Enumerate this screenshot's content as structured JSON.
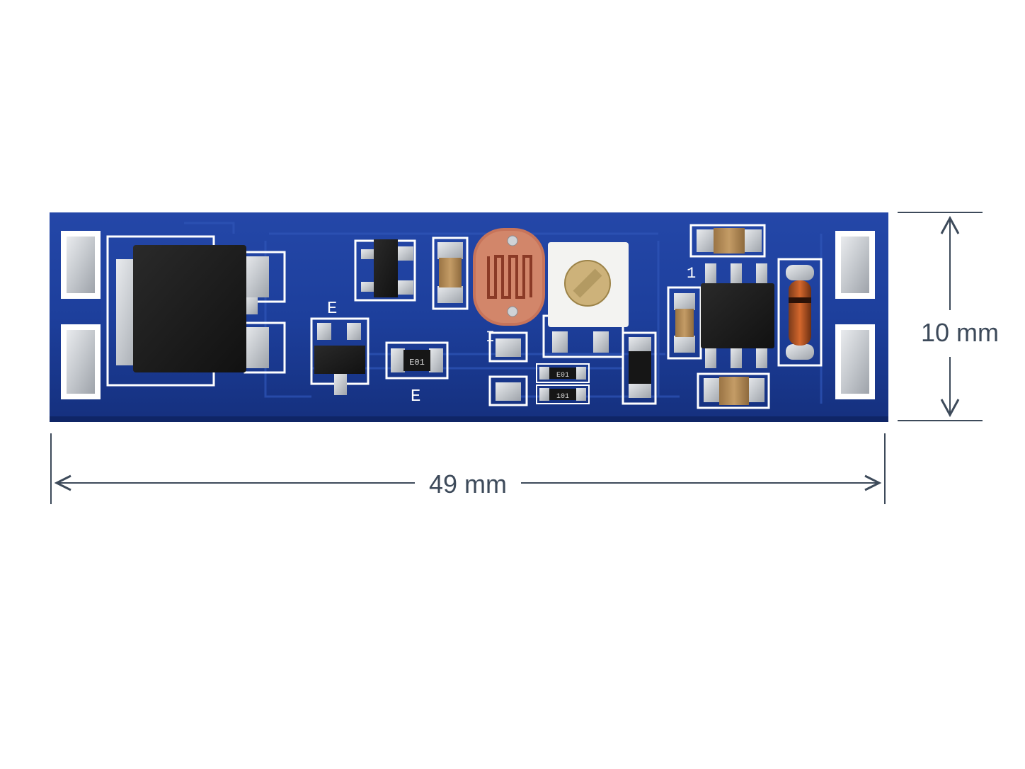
{
  "dimensions": {
    "height_label": "10 mm",
    "width_label": "49 mm"
  },
  "silkscreen": {
    "marks": [
      "E",
      "E",
      "I",
      "1"
    ],
    "resistor_codes": [
      "E01",
      "E01",
      "101"
    ]
  },
  "colors": {
    "pcb": "#1d3f9c",
    "pcb_dark": "#15307e",
    "dimension": "#3d4a5a",
    "pad": "#c9ccd1",
    "component_black": "#1a1a1a",
    "capacitor": "#b08a55",
    "ldr": "#b5654a"
  }
}
